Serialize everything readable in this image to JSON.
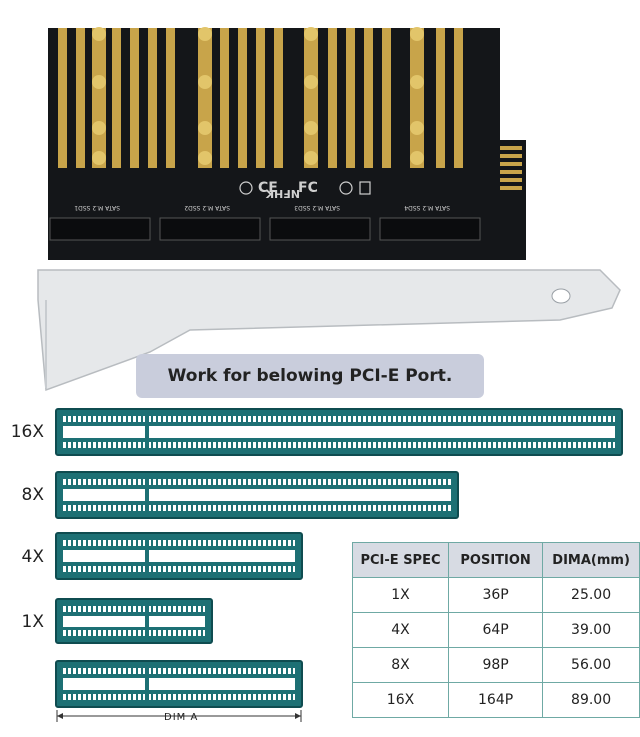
{
  "photo": {
    "brand_text": "NFHK",
    "port_labels": [
      "SATA M.2 SSD4",
      "SATA M.2 SSD3",
      "SATA M.2 SSD2",
      "SATA M.2 SSD1"
    ]
  },
  "banner": {
    "text": "Work for belowing PCI-E Port."
  },
  "slots": [
    {
      "label": "16X"
    },
    {
      "label": "8X"
    },
    {
      "label": "4X"
    },
    {
      "label": "1X"
    }
  ],
  "dim_label": "DIM A",
  "table": {
    "headers": [
      "PCI-E SPEC",
      "POSITION",
      "DIMA(mm)"
    ],
    "rows": [
      [
        "1X",
        "36P",
        "25.00"
      ],
      [
        "4X",
        "64P",
        "39.00"
      ],
      [
        "8X",
        "98P",
        "56.00"
      ],
      [
        "16X",
        "164P",
        "89.00"
      ]
    ]
  },
  "colors": {
    "slot": "#1d7074",
    "pcb": "#111418",
    "gold": "#c8a44a",
    "banner": "#c9cddc"
  }
}
